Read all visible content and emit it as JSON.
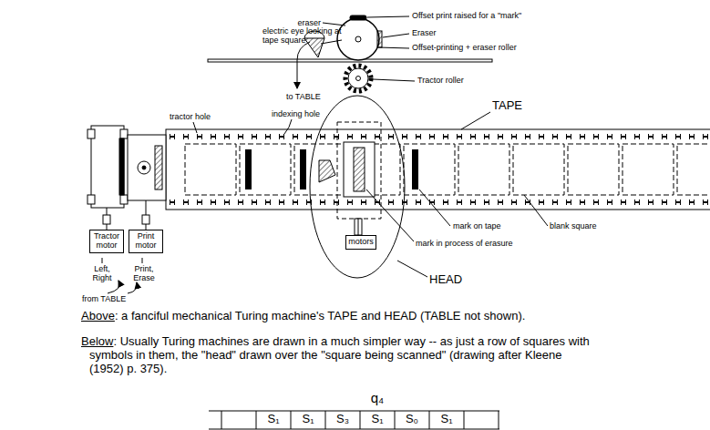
{
  "diagram": {
    "nodes": [
      {
        "text": [
          "Tractor motor"
        ]
      },
      {
        "text": [
          "Print motor"
        ]
      },
      {
        "text": [
          "motors"
        ]
      }
    ],
    "labels": [
      "eraser",
      "electric eye looking at tape square",
      "to TABLE",
      "Offset print raised for a \"mark\"",
      "Eraser",
      "Offset-printing + eraser roller",
      "Tractor roller",
      "TAPE",
      "tractor hole",
      "indexing hole",
      "mark on tape",
      "blank square",
      "mark in process of erasure",
      "HEAD",
      "Left, Right",
      "Print, Erase",
      "from TABLE",
      "Above",
      ": a fanciful mechanical Turing machine's TAPE and HEAD (TABLE not shown).",
      "Below",
      ": Usually Turing machines are drawn in a much simpler way -- as just a row of squares with symbols in them, the \"head\" drawn over the \"square being scanned\" (drawing after Kleene (1952) p. 375).",
      "q₄",
      "S₁",
      "S₁",
      "S₃",
      "S₁",
      "S₀",
      "S₁"
    ]
  }
}
